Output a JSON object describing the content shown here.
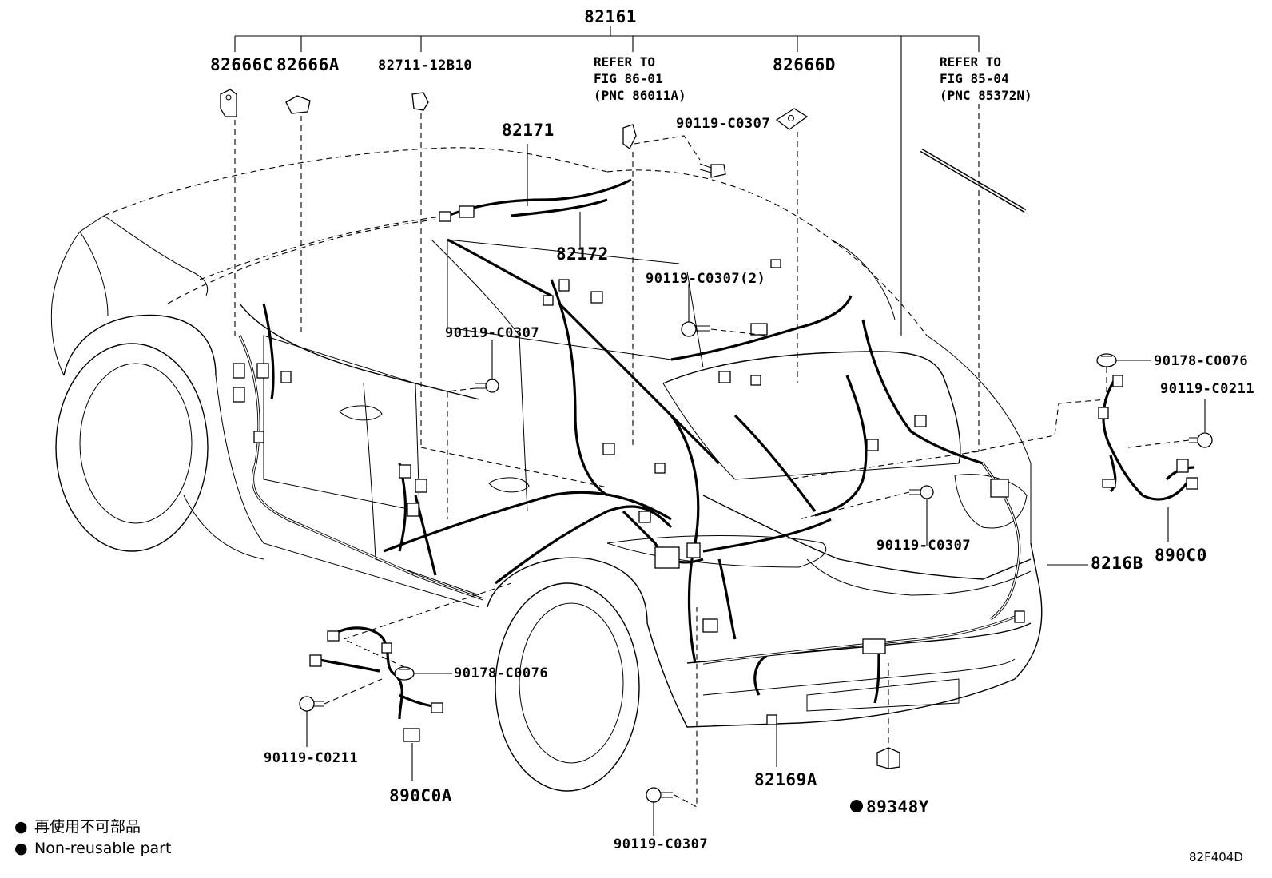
{
  "diagram_code": "82F404D",
  "labels": {
    "main_harness": "82161",
    "p82666C": "82666C",
    "p82666A": "82666A",
    "p82711": "82711-12B10",
    "p82666D": "82666D",
    "p82171": "82171",
    "p82172": "82172",
    "p82168": "8216B",
    "p82169A": "82169A",
    "p890C0": "890C0",
    "p890C0A": "890C0A",
    "p89348Y": "89348Y",
    "bolt_top": "90119-C0307",
    "bolt_roof2": "90119-C0307(2)",
    "bolt_left": "90119-C0307",
    "bolt_right": "90119-C0307",
    "bolt_bottom": "90119-C0307",
    "clip_right": "90178-C0076",
    "clip_left": "90178-C0076",
    "bolt_0211_right": "90119-C0211",
    "bolt_0211_left": "90119-C0211"
  },
  "refer_left": {
    "line1": "REFER TO",
    "line2": "FIG 86-01",
    "line3": "(PNC 86011A)"
  },
  "refer_right": {
    "line1": "REFER TO",
    "line2": "FIG 85-04",
    "line3": "(PNC 85372N)"
  },
  "legend": [
    {
      "symbol": "●",
      "text": "再使用不可部品"
    },
    {
      "symbol": "●",
      "text": "Non-reusable part"
    }
  ]
}
